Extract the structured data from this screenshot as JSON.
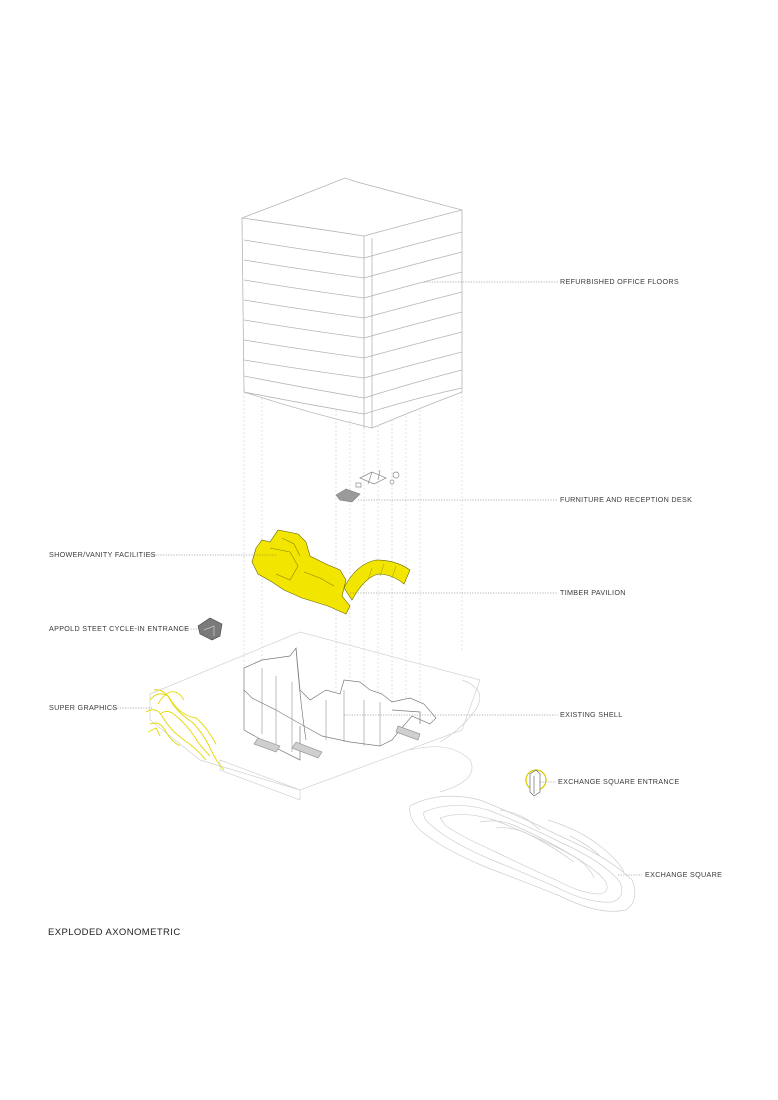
{
  "title": "EXPLODED AXONOMETRIC",
  "labels": {
    "refurbished": "REFURBISHED OFFICE FLOORS",
    "furniture": "FURNITURE AND RECEPTION DESK",
    "shower": "SHOWER/VANITY FACILITIES",
    "timber": "TIMBER PAVILION",
    "appold": "APPOLD STEET CYCLE-IN ENTRANCE",
    "supergraphics": "SUPER GRAPHICS",
    "shell": "EXISTING SHELL",
    "exchange_entrance": "EXCHANGE SQUARE ENTRANCE",
    "exchange_square": "EXCHANGE SQUARE"
  },
  "colors": {
    "highlight_yellow": "#f2e600",
    "line_grey": "#b8b8b8",
    "dark_grey": "#6f6f6f"
  }
}
